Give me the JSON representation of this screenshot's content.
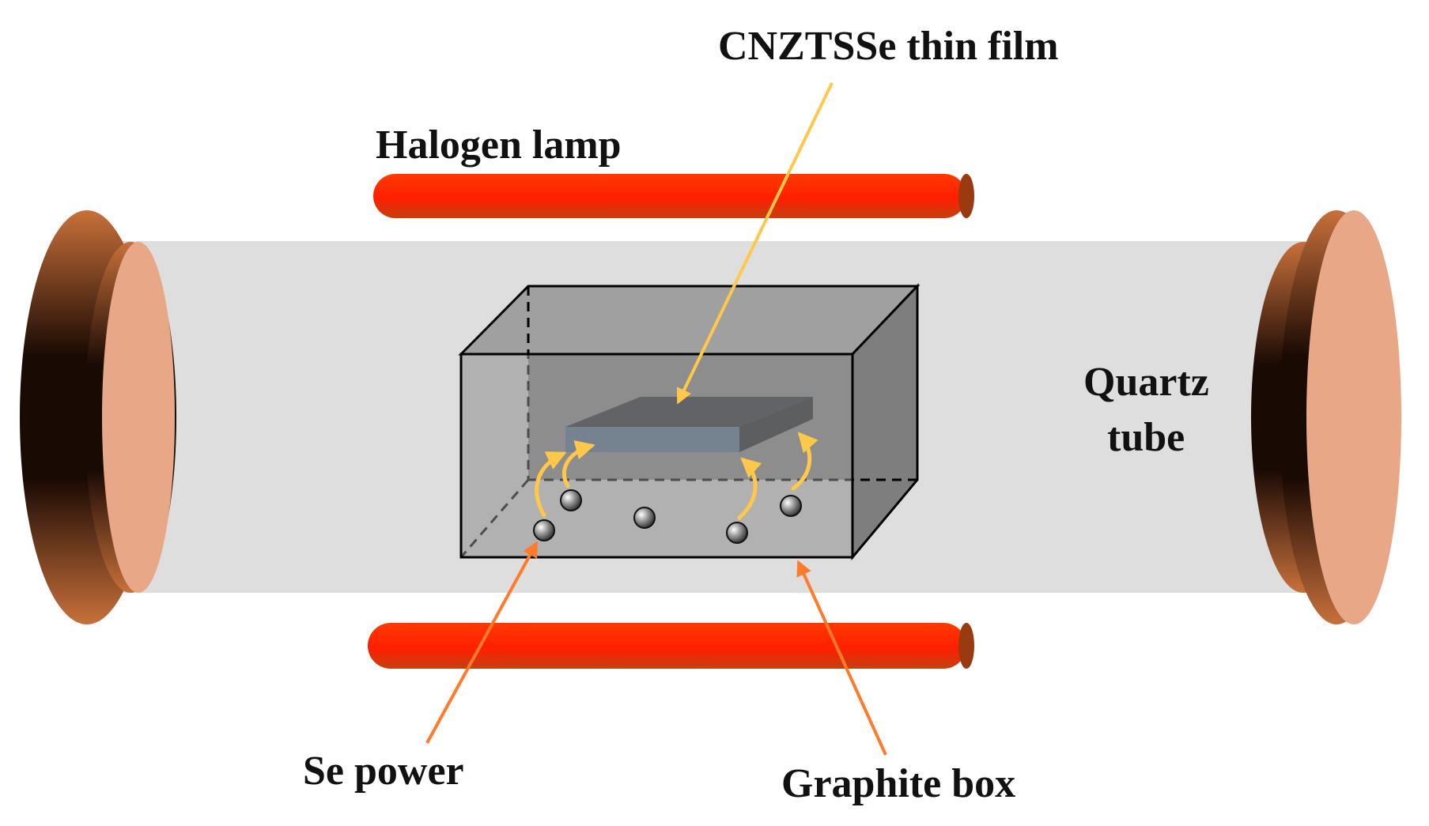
{
  "labels": {
    "film": "CNZTSSe thin film",
    "lamp": "Halogen lamp",
    "tube_line1": "Quartz",
    "tube_line2": "tube",
    "se": "Se power",
    "box": "Graphite box"
  },
  "colors": {
    "lamp_red": "#ff2a00",
    "lamp_dark": "#b83d10",
    "tube_gray": "#dcdcdc",
    "box_gray": "#8c8c8c",
    "flange_peach": "#e8a888",
    "flange_brown": "#a34a1a",
    "film_dark": "#2e3238",
    "film_blue": "#5a7595",
    "arrow_yellow": "#ffc84a",
    "arrow_orange": "#ff7a2a"
  },
  "icons": {
    "se_particle": "sphere-icon",
    "vapor_arrow": "curved-arrow-icon"
  }
}
